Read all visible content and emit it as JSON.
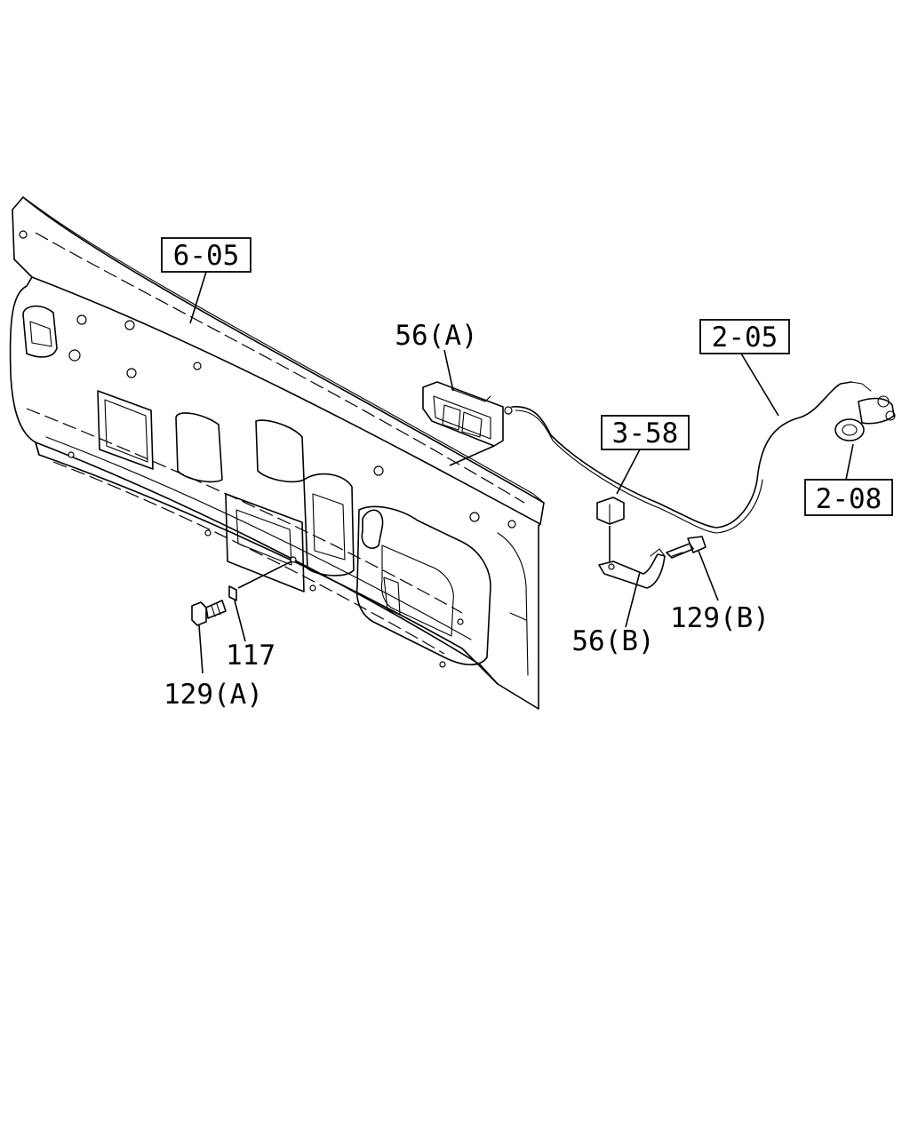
{
  "callouts": {
    "ref_605": "6-05",
    "ref_205": "2-05",
    "ref_358": "3-58",
    "ref_208": "2-08",
    "part_56a": "56(A)",
    "part_56b": "56(B)",
    "part_129a": "129(A)",
    "part_129b": "129(B)",
    "part_117": "117"
  }
}
